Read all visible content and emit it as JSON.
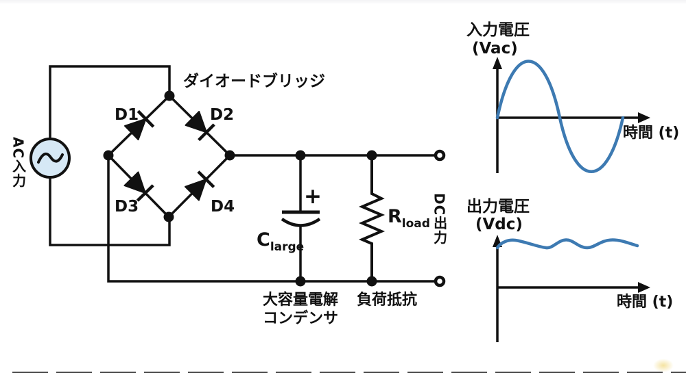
{
  "colors": {
    "line": "#111111",
    "wave": "#3d7ab2",
    "ac_source_fill": "#d6e8f5"
  },
  "circuit": {
    "ac_input_label": "AC入力",
    "bridge_title": "ダイオードブリッジ",
    "diode_labels": {
      "d1": "D1",
      "d2": "D2",
      "d3": "D3",
      "d4": "D4"
    },
    "capacitor": {
      "polarity_sign": "+",
      "ref_main": "C",
      "ref_sub": "large",
      "name_line1": "大容量電解",
      "name_line2": "コンデンサ"
    },
    "resistor": {
      "ref_main": "R",
      "ref_sub": "load",
      "name": "負荷抵抗"
    },
    "dc_output_label": "DC出力"
  },
  "graphs": {
    "input": {
      "title": "入力電圧",
      "unit": "(Vac)",
      "x_axis_label": "時間 (t)",
      "waveform": "sine"
    },
    "output": {
      "title": "出力電圧",
      "unit": "(Vdc)",
      "x_axis_label": "時間 (t)",
      "waveform": "dc-ripple"
    }
  }
}
